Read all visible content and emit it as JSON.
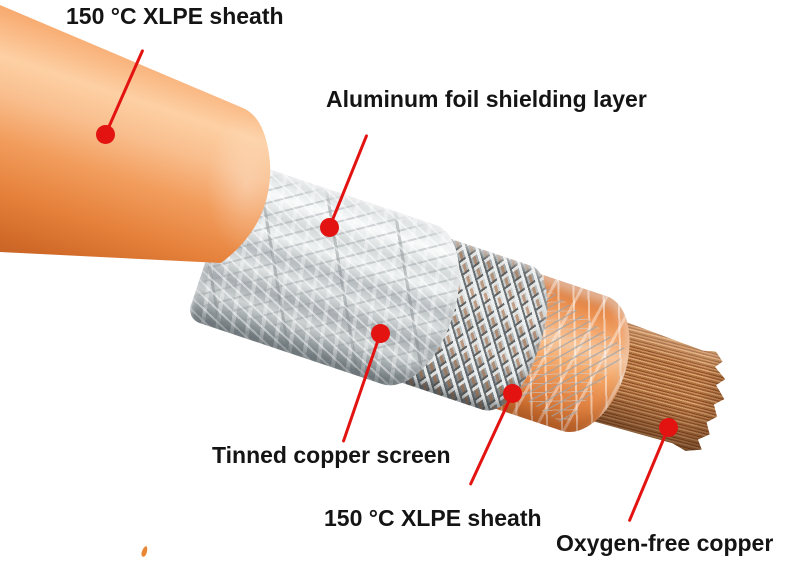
{
  "callouts": [
    {
      "id": "outer-sheath",
      "label": "150 °C XLPE sheath"
    },
    {
      "id": "aluminum-foil",
      "label": "Aluminum foil shielding layer"
    },
    {
      "id": "tinned-copper-screen",
      "label": "Tinned copper screen"
    },
    {
      "id": "inner-sheath",
      "label": "150 °C XLPE sheath"
    },
    {
      "id": "oxygen-free-copper",
      "label": "Oxygen-free copper"
    }
  ],
  "colors": {
    "callout_red": "#e21310",
    "label_text": "#141414",
    "sheath_orange": "#ef8c42",
    "inner_sheath_orange": "#f5ab72",
    "foil_silver": "#d9dddf",
    "braid_silver": "#aeb4b6",
    "copper": "#b0713d",
    "background": "#ffffff"
  }
}
